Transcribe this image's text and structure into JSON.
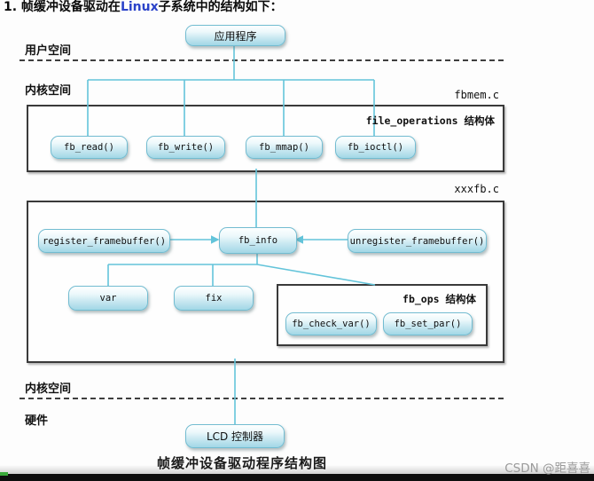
{
  "page": {
    "title_prefix": "1. 帧缓冲设备驱动在",
    "title_linux": "Linux",
    "title_suffix": "子系统中的结构如下：",
    "caption": "帧缓冲设备驱动程序结构图",
    "watermark": "CSDN @距喜喜"
  },
  "regions": {
    "user_space": "用户空间",
    "kernel_space_top": "内核空间",
    "kernel_space_bottom": "内核空间",
    "hardware": "硬件"
  },
  "files": {
    "fbmem": "fbmem.c",
    "xxxfb": "xxxfb.c"
  },
  "structs": {
    "file_operations": "file_operations 结构体",
    "fb_ops": "fb_ops 结构体"
  },
  "nodes": {
    "app": "应用程序",
    "fb_read": "fb_read()",
    "fb_write": "fb_write()",
    "fb_mmap": "fb_mmap()",
    "fb_ioctl": "fb_ioctl()",
    "register_framebuffer": "register_framebuffer()",
    "fb_info": "fb_info",
    "unregister_framebuffer": "unregister_framebuffer()",
    "var": "var",
    "fix": "fix",
    "fb_check_var": "fb_check_var()",
    "fb_set_par": "fb_set_par()",
    "lcd": "LCD 控制器"
  },
  "colors": {
    "connector": "#63c4da",
    "node_border": "#72bcd1",
    "node_fill_bottom": "#a2d7e6",
    "box_border": "#3a3a3a",
    "watermark_gray": "#9a9a9a",
    "linux_blue": "#2b43c9"
  }
}
